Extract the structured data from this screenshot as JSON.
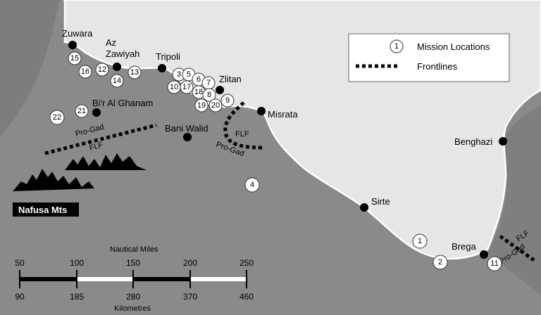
{
  "colors": {
    "land": "#8a8a8a",
    "land_dark": "#7c7c7c",
    "sea": "#e6e6e6",
    "marker": "#000000",
    "circle_fill": "#ffffff"
  },
  "cities": [
    "Zuwara",
    "Az",
    "Zawiyah",
    "Tripoli",
    "Zlitan",
    "Misrata",
    "Bi'r Al Ghanam",
    "Bani Walid",
    "Benghazi",
    "Sirte",
    "Brega"
  ],
  "missions": [
    "15",
    "16",
    "12",
    "14",
    "13",
    "3",
    "5",
    "6",
    "7",
    "10",
    "17",
    "18",
    "8",
    "19",
    "20",
    "9",
    "21",
    "22",
    "4",
    "1",
    "2",
    "11"
  ],
  "frontlines": {
    "west_top": "Pro-Gad",
    "west_bottom": "FLF",
    "misrata_inner": "FLF",
    "misrata_outer": "Pro-Gad",
    "brega_outer": "FLF",
    "brega_inner": "Pro-Gad"
  },
  "legend": {
    "mission_number": "1",
    "mission_label": "Mission Locations",
    "frontline_label": "Frontlines"
  },
  "region_label": "Nafusa Mts",
  "scale": {
    "top_label": "Nautical Miles",
    "bottom_label": "Kilometres",
    "nautical": [
      "50",
      "100",
      "150",
      "200",
      "250"
    ],
    "km": [
      "90",
      "185",
      "280",
      "370",
      "460"
    ]
  }
}
